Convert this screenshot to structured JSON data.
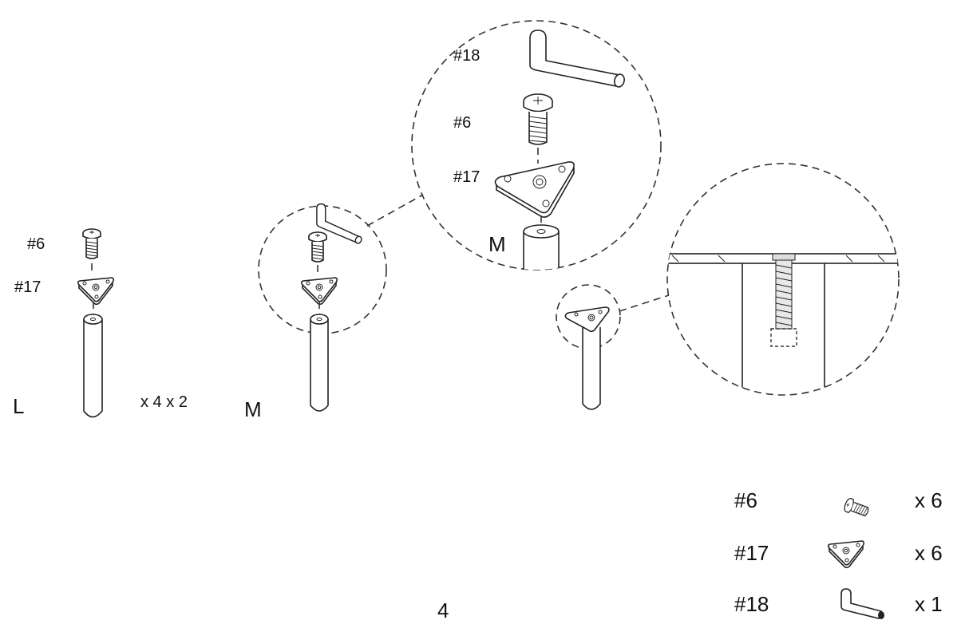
{
  "step_number": "4",
  "figure_left": {
    "label_screw": "#6",
    "label_plate": "#17",
    "leg_label": "L",
    "quantity_text": "x 4 x 2"
  },
  "figure_middle": {
    "leg_label": "M"
  },
  "zoom_detail": {
    "label_key": "#18",
    "label_screw": "#6",
    "label_plate": "#17",
    "leg_label": "M"
  },
  "parts_list": [
    {
      "part": "#6",
      "icon": "screw-icon",
      "qty": "x 6"
    },
    {
      "part": "#17",
      "icon": "triangle-plate-icon",
      "qty": "x 6"
    },
    {
      "part": "#18",
      "icon": "allen-key-icon",
      "qty": "x 1"
    }
  ]
}
